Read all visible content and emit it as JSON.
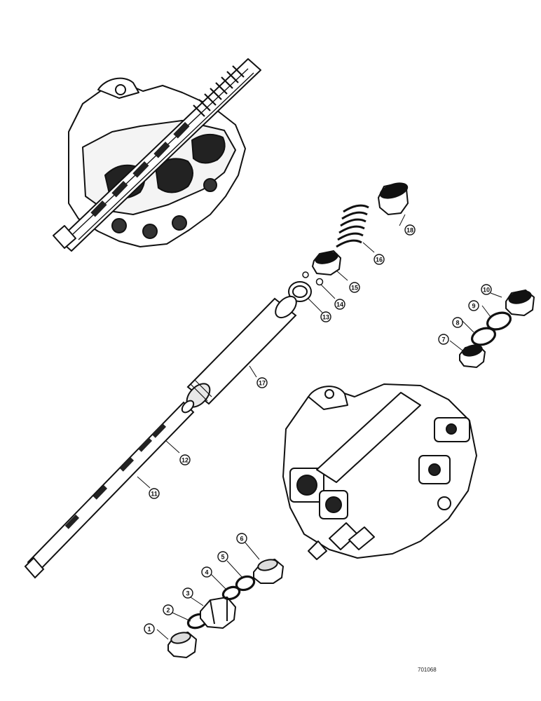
{
  "figure": {
    "code": "701068",
    "ink_color": "#111111",
    "paper_color": "#ffffff"
  },
  "parts": [
    {
      "name": "part-1",
      "label": "1"
    },
    {
      "name": "part-2",
      "label": "2"
    },
    {
      "name": "part-3",
      "label": "3"
    },
    {
      "name": "part-4",
      "label": "4"
    },
    {
      "name": "part-5",
      "label": "5"
    },
    {
      "name": "part-6",
      "label": "6"
    },
    {
      "name": "part-7",
      "label": "7"
    },
    {
      "name": "part-8",
      "label": "8"
    },
    {
      "name": "part-9",
      "label": "9"
    },
    {
      "name": "part-10",
      "label": "10"
    },
    {
      "name": "part-11",
      "label": "11"
    },
    {
      "name": "part-12",
      "label": "12"
    },
    {
      "name": "part-13",
      "label": "13"
    },
    {
      "name": "part-14",
      "label": "14"
    },
    {
      "name": "part-15",
      "label": "15"
    },
    {
      "name": "part-16",
      "label": "16"
    },
    {
      "name": "part-17",
      "label": "17"
    },
    {
      "name": "part-18",
      "label": "18"
    }
  ]
}
